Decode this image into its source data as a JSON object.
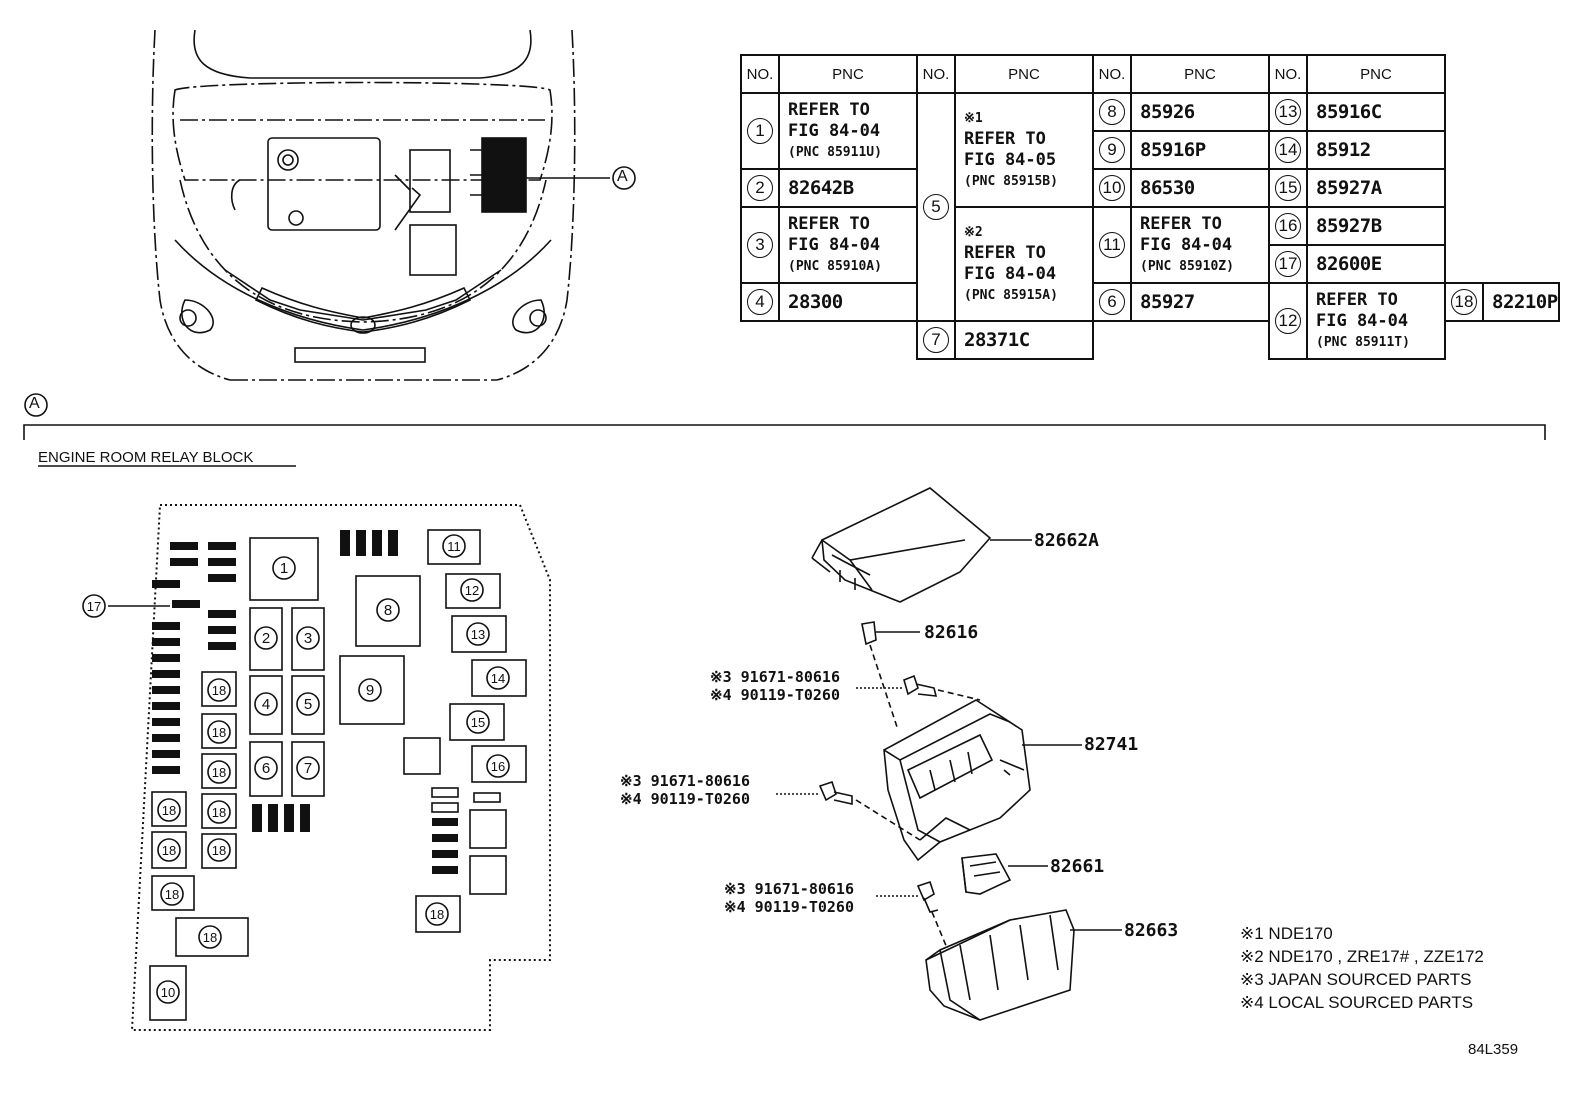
{
  "table": {
    "header": [
      "NO.",
      "PNC",
      "NO.",
      "PNC",
      "NO.",
      "PNC",
      "NO.",
      "PNC"
    ],
    "c1": {
      "n1": "1",
      "p1": [
        "REFER TO",
        "FIG 84-04",
        "(PNC 85911U)"
      ],
      "n2": "2",
      "p2": "82642B",
      "n3": "3",
      "p3": [
        "REFER TO",
        "FIG 84-04",
        "(PNC 85910A)"
      ],
      "n4": "4",
      "p4": "28300"
    },
    "c2": {
      "n5": "5",
      "p5a": [
        "※1",
        "REFER TO",
        "FIG 84-05",
        "(PNC 85915B)"
      ],
      "p5b": [
        "※2",
        "REFER TO",
        "FIG 84-04",
        "(PNC 85915A)"
      ],
      "n6": "6",
      "p6": "85927",
      "n7": "7",
      "p7": "28371C"
    },
    "c3": {
      "n8": "8",
      "p8": "85926",
      "n9": "9",
      "p9": "85916P",
      "n10": "10",
      "p10": "86530",
      "n11": "11",
      "p11": [
        "REFER TO",
        "FIG 84-04",
        "(PNC 85910Z)"
      ],
      "n12": "12",
      "p12": [
        "REFER TO",
        "FIG 84-04",
        "(PNC 85911T)"
      ]
    },
    "c4": {
      "n13": "13",
      "p13": "85916C",
      "n14": "14",
      "p14": "85912",
      "n15": "15",
      "p15": "85927A",
      "n16": "16",
      "p16": "85927B",
      "n17": "17",
      "p17": "82600E",
      "n18": "18",
      "p18": "82210P"
    }
  },
  "callout_letter": "A",
  "section_title": "ENGINE ROOM RELAY BLOCK",
  "block_labels": [
    "1",
    "2",
    "3",
    "4",
    "5",
    "6",
    "7",
    "8",
    "9",
    "10",
    "11",
    "12",
    "13",
    "14",
    "15",
    "16",
    "17",
    "18"
  ],
  "parts": {
    "cover": "82662A",
    "pin": "82616",
    "housing": "82741",
    "relay": "82661",
    "bracket": "82663",
    "bolt1": [
      "※3 91671-80616",
      "※4 90119-T0260"
    ],
    "bolt2": [
      "※3 91671-80616",
      "※4 90119-T0260"
    ],
    "bolt3": [
      "※3 91671-80616",
      "※4 90119-T0260"
    ]
  },
  "notes": [
    "※1 NDE170",
    "※2 NDE170 , ZRE17# , ZZE172",
    "※3 JAPAN SOURCED PARTS",
    "※4 LOCAL SOURCED PARTS"
  ],
  "figure_code": "84L359"
}
